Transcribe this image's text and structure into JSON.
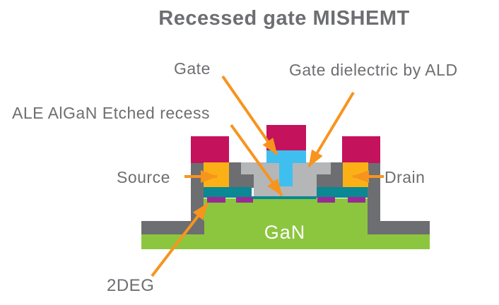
{
  "title": "Recessed gate MISHEMT",
  "labels": {
    "gate": "Gate",
    "gate_dielectric": "Gate dielectric by ALD",
    "recess": "ALE AlGaN Etched recess",
    "source": "Source",
    "drain": "Drain",
    "two_deg": "2DEG",
    "substrate": "GaN"
  },
  "palette": {
    "background": "#FFFFFF",
    "text_gray": "#6D6E71",
    "arrow_orange": "#F7941E",
    "crimson": "#C4125C",
    "amber": "#FBB116",
    "cyan": "#3FBFEF",
    "light_gray": "#B5B6B8",
    "dark_gray": "#6D6E71",
    "teal": "#0A8893",
    "purple": "#982B93",
    "green": "#8CC63F",
    "white_text": "#FFFFFF"
  }
}
